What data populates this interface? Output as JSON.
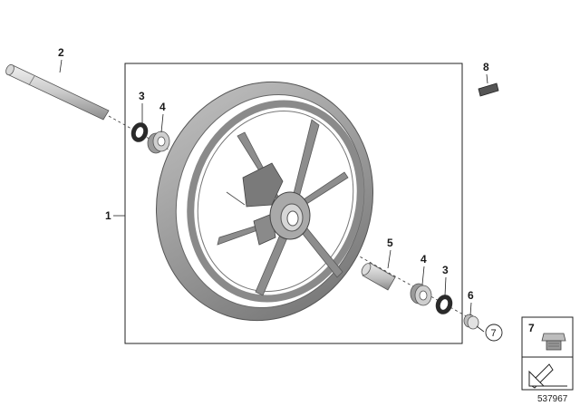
{
  "callouts": {
    "wheel": "1",
    "axle": "2",
    "seal_left": "3",
    "bearing_left": "4",
    "spacer": "5",
    "bearing_right": "4",
    "seal_right": "3",
    "collar": "6",
    "circle_ref": "7",
    "valve_stub": "8"
  },
  "inset": {
    "number": "7"
  },
  "diagram_id": "537967"
}
